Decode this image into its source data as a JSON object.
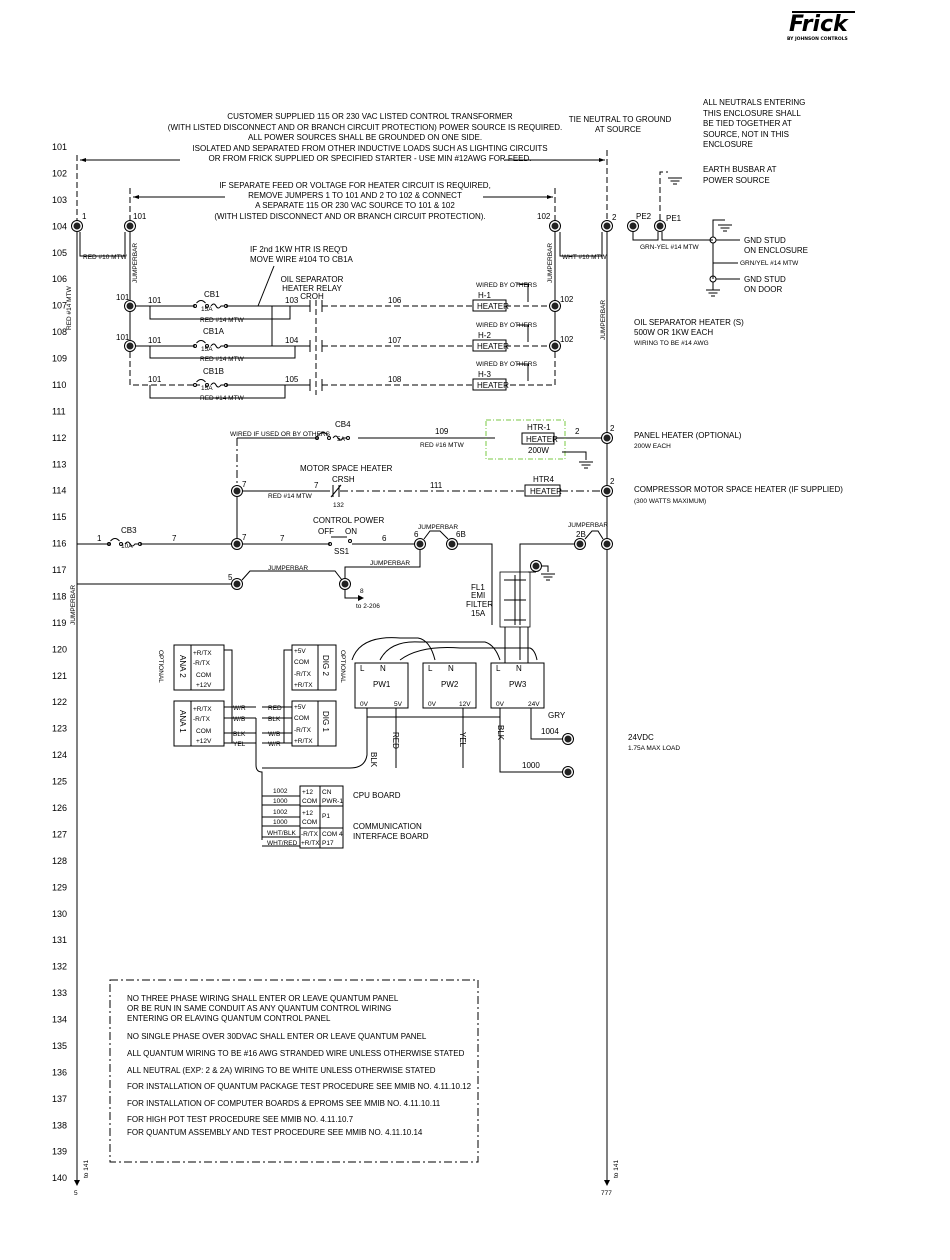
{
  "logo": {
    "brand": "Frick",
    "sub": "BY JOHNSON CONTROLS"
  },
  "rung_numbers": [
    "101",
    "102",
    "103",
    "104",
    "105",
    "106",
    "107",
    "108",
    "109",
    "110",
    "111",
    "112",
    "113",
    "114",
    "115",
    "116",
    "117",
    "118",
    "119",
    "120",
    "121",
    "122",
    "123",
    "124",
    "125",
    "126",
    "127",
    "128",
    "129",
    "130",
    "131",
    "132",
    "133",
    "134",
    "135",
    "136",
    "137",
    "138",
    "139",
    "140"
  ],
  "top_note": [
    "CUSTOMER SUPPLIED 115 OR 230 VAC LISTED CONTROL TRANSFORMER",
    "(WITH LISTED DISCONNECT AND OR BRANCH CIRCUIT PROTECTION) POWER SOURCE IS REQUIRED.",
    "ALL POWER SOURCES SHALL BE GROUNDED ON ONE SIDE.",
    "ISOLATED AND SEPARATED FROM OTHER INDUCTIVE LOADS SUCH AS LIGHTING CIRCUITS",
    "OR FROM FRICK SUPPLIED OR SPECIFIED STARTER - USE MIN #12AWG FOR FEED."
  ],
  "heater_feed_note": [
    "IF SEPARATE FEED OR VOLTAGE FOR HEATER CIRCUIT IS REQUIRED,",
    "REMOVE JUMPERS 1 TO 101 AND 2 TO 102 & CONNECT",
    "A SEPARATE 115 OR 230 VAC SOURCE TO 101 & 102",
    "(WITH LISTED DISCONNECT AND OR BRANCH CIRCUIT PROTECTION)."
  ],
  "tie_neutral": [
    "TIE NEUTRAL TO GROUND",
    "AT SOURCE"
  ],
  "neutrals_note": [
    "ALL NEUTRALS ENTERING",
    "THIS ENCLOSURE SHALL",
    "BE TIED TOGETHER AT",
    "SOURCE, NOT IN THIS",
    "ENCLOSURE"
  ],
  "earth_note": [
    "EARTH BUSBAR AT",
    "POWER SOURCE"
  ],
  "ground": {
    "pe2": "PE2",
    "pe1": "PE1",
    "wire": "GRN-YEL #14 MTW",
    "stud_enc": [
      "GND STUD",
      "ON ENCLOSURE"
    ],
    "wire2": "GRN/YEL #14 MTW",
    "stud_door": [
      "GND STUD",
      "ON DOOR"
    ]
  },
  "terminals": {
    "t1": "1",
    "t101": "101",
    "t102": "102",
    "t2": "2",
    "t7": "7",
    "t5": "5",
    "t6": "6",
    "t6b": "6B",
    "t2b": "2B"
  },
  "wires": {
    "red10": "RED #10 MTW",
    "wht10": "WHT #10 MTW",
    "red14": "RED #14 MTW",
    "red14v": "RED #14 MTW",
    "red16": "RED #16 MTW",
    "w101": "101",
    "w103": "103",
    "w104": "104",
    "w105": "105",
    "w106": "106",
    "w107": "107",
    "w108": "108",
    "w109": "109",
    "w111": "111",
    "w1": "1",
    "w7": "7",
    "w6": "6",
    "w2": "2",
    "jumperbar": "JUMPERBAR",
    "to_2_206": "to 2-206",
    "w8": "8"
  },
  "second_htr_note": [
    "IF 2nd 1KW HTR IS REQ'D",
    "MOVE WIRE #104 TO CB1A"
  ],
  "relay": [
    "OIL SEPARATOR",
    "HEATER RELAY",
    "CROH"
  ],
  "breakers": {
    "cb1": "CB1",
    "cb1a": "CB1A",
    "cb1b": "CB1B",
    "cb3": "CB3",
    "cb4": "CB4",
    "a15": "15A",
    "a10": "10A",
    "a5": "5A"
  },
  "heaters": [
    {
      "by": "WIRED BY OTHERS",
      "id": "H-1",
      "label": "HEATER"
    },
    {
      "by": "WIRED BY OTHERS",
      "id": "H-2",
      "label": "HEATER"
    },
    {
      "by": "WIRED BY OTHERS",
      "id": "H-3",
      "label": "HEATER"
    }
  ],
  "oil_sep_note": [
    "OIL SEPARATOR HEATER (S)",
    "500W OR 1KW EACH",
    "WIRING TO BE #14 AWG"
  ],
  "panel_heater": {
    "wired": "WIRED IF USED OR BY OTHERS",
    "id": "HTR-1",
    "label": "HEATER",
    "watts": "200W",
    "note": [
      "PANEL HEATER (OPTIONAL)",
      "200W EACH"
    ],
    "box_color": "#7ac943"
  },
  "motor_heater": {
    "title": "MOTOR SPACE HEATER",
    "relay": "CRSH",
    "wire": "132",
    "id": "HTR4",
    "label": "HEATER",
    "note": [
      "COMPRESSOR MOTOR SPACE HEATER (IF SUPPLIED)",
      "(300 WATTS MAXIMUM)"
    ]
  },
  "control_power": {
    "title": "CONTROL POWER",
    "off": "OFF",
    "on": "ON",
    "id": "SS1"
  },
  "filter": [
    "FL1",
    "EMI",
    "FILTER",
    "15A"
  ],
  "power_supplies": [
    {
      "id": "PW1",
      "out": "5V"
    },
    {
      "id": "PW2",
      "out": "12V"
    },
    {
      "id": "PW3",
      "out": "24V"
    }
  ],
  "ps_pins": {
    "l": "L",
    "n": "N",
    "ov": "0V"
  },
  "boards": {
    "ana2": {
      "id": "ANA 2",
      "pins": [
        "+R/TX",
        "-R/TX",
        "COM",
        "+12V"
      ]
    },
    "ana1": {
      "id": "ANA 1",
      "pins": [
        "+R/TX",
        "-R/TX",
        "COM",
        "+12V"
      ]
    },
    "dig2": {
      "id": "DIG 2",
      "pins": [
        "+5V",
        "COM",
        "-R/TX",
        "+R/TX"
      ]
    },
    "dig1": {
      "id": "DIG 1",
      "pins": [
        "+5V",
        "COM",
        "-R/TX",
        "+R/TX"
      ]
    },
    "optional": "OPTIONAL",
    "ana_wires": [
      "W/R",
      "W/B",
      "BLK",
      "YEL"
    ],
    "dig_wires": [
      "RED",
      "BLK",
      "W/B",
      "W/R"
    ]
  },
  "ps_wires": {
    "blk": "BLK",
    "red": "RED",
    "yel": "YEL",
    "blk2": "BLK",
    "gry": "GRY",
    "w1004": "1004",
    "w1000": "1000"
  },
  "ps_note": [
    "24VDC",
    "1.75A MAX LOAD"
  ],
  "cpu": {
    "wires": [
      "1002",
      "1000",
      "1002",
      "1000",
      "WHT/BLK",
      "WHT/RED"
    ],
    "pins": [
      "+12",
      "COM",
      "+12",
      "COM",
      "-R/TX",
      "+R/TX"
    ],
    "conn": [
      "CN",
      "PWR-1",
      "P1",
      "COM 4",
      "P17"
    ],
    "cpu_label": "CPU BOARD",
    "comm_label": [
      "COMMUNICATION",
      "INTERFACE BOARD"
    ]
  },
  "notes": [
    "NO THREE PHASE WIRING SHALL ENTER OR LEAVE QUANTUM PANEL",
    "OR BE RUN IN SAME CONDUIT AS ANY QUANTUM CONTROL WIRING",
    "ENTERING OR ELAVING QUANTUM CONTROL PANEL",
    "NO SINGLE PHASE OVER 30DVAC SHALL ENTER OR LEAVE QUANTUM PANEL",
    "ALL QUANTUM WIRING TO BE #16 AWG STRANDED WIRE UNLESS OTHERWISE STATED",
    "ALL NEUTRAL (EXP: 2 & 2A) WIRING TO BE WHITE UNLESS OTHERWISE STATED",
    "FOR INSTALLATION OF QUANTUM PACKAGE TEST PROCEDURE SEE MMIB NO. 4.11.10.12",
    "FOR INSTALLATION OF COMPUTER BOARDS & EPROMS SEE MMIB NO. 4.11.10.11",
    "FOR HIGH POT TEST PROCEDURE SEE MMIB NO. 4.11.10.7",
    "FOR QUANTUM ASSEMBLY AND TEST PROCEDURE SEE MMIB NO. 4.11.10.14"
  ],
  "continuation": {
    "left_to": "to 141",
    "left_wire": "5",
    "right_to": "to 141",
    "right_wire": "777"
  }
}
